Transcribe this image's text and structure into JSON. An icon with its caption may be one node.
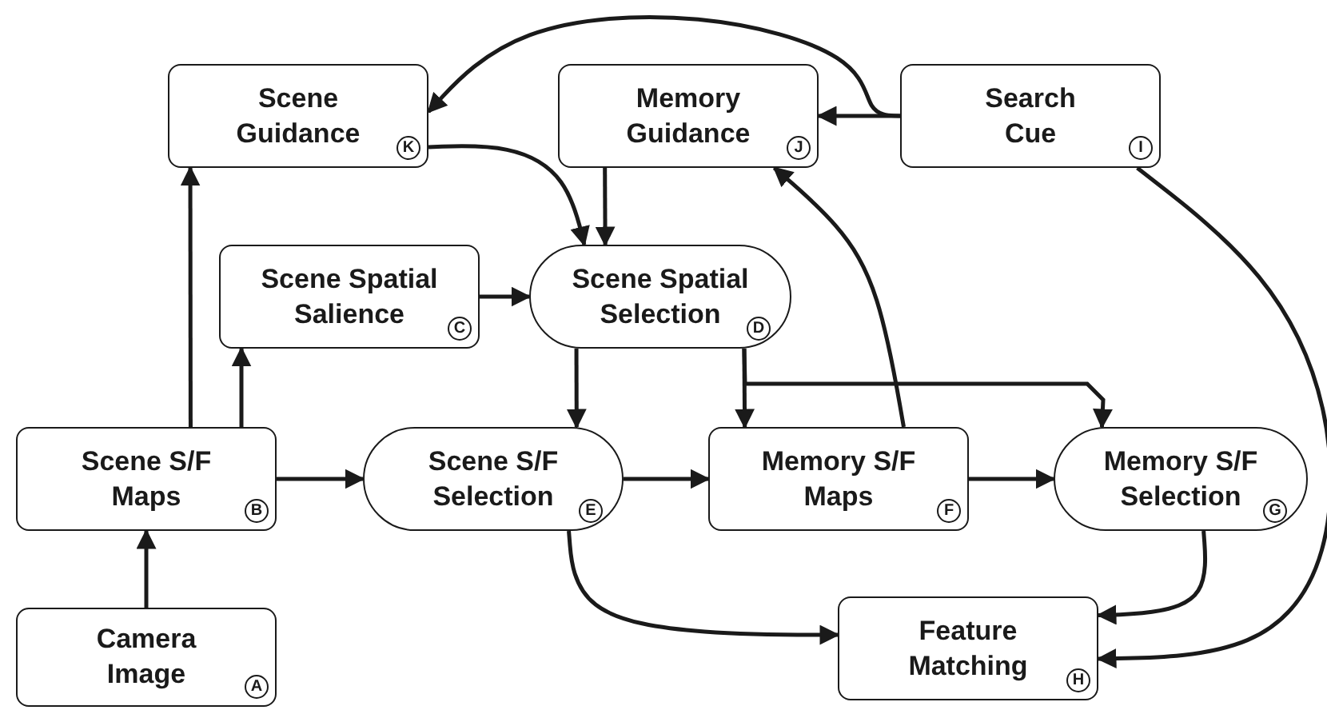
{
  "diagram": {
    "nodes": [
      {
        "text": [
          "Scene Guidance",
          "K"
        ]
      },
      {
        "text": [
          "Memory Guidance",
          "J"
        ]
      },
      {
        "text": [
          "Search Cue",
          "I"
        ]
      },
      {
        "text": [
          "Scene Spatial Salience",
          "C"
        ]
      },
      {
        "text": [
          "Scene Spatial Selection",
          "D"
        ]
      },
      {
        "text": [
          "Scene S/F Maps",
          "B"
        ]
      },
      {
        "text": [
          "Scene S/F Selection",
          "E"
        ]
      },
      {
        "text": [
          "Memory S/F Maps",
          "F"
        ]
      },
      {
        "text": [
          "Memory S/F Selection",
          "G"
        ]
      },
      {
        "text": [
          "Camera Image",
          "A"
        ]
      },
      {
        "text": [
          "Feature Matching",
          "H"
        ]
      }
    ],
    "edges": [
      {
        "from": 9,
        "to": 5,
        "arrow": "to"
      },
      {
        "from": 5,
        "to": 0,
        "arrow": "to"
      },
      {
        "from": 5,
        "to": 3,
        "arrow": "to"
      },
      {
        "from": 5,
        "to": 6,
        "arrow": "to"
      },
      {
        "from": 3,
        "to": 4,
        "arrow": "to"
      },
      {
        "from": 0,
        "to": 4,
        "arrow": "to"
      },
      {
        "from": 1,
        "to": 4,
        "arrow": "to"
      },
      {
        "from": 2,
        "to": 1,
        "arrow": "to"
      },
      {
        "from": 2,
        "to": 0,
        "arrow": "to"
      },
      {
        "from": 4,
        "to": 6,
        "arrow": "to"
      },
      {
        "from": 4,
        "to": 7,
        "arrow": "to"
      },
      {
        "from": 4,
        "to": 8,
        "arrow": "to"
      },
      {
        "from": 6,
        "to": 7,
        "arrow": "to"
      },
      {
        "from": 7,
        "to": 8,
        "arrow": "to"
      },
      {
        "from": 7,
        "to": 1,
        "arrow": "to"
      },
      {
        "from": 6,
        "to": 10,
        "arrow": "to"
      },
      {
        "from": 8,
        "to": 10,
        "arrow": "to"
      },
      {
        "from": 2,
        "to": 10,
        "arrow": "to"
      }
    ]
  }
}
